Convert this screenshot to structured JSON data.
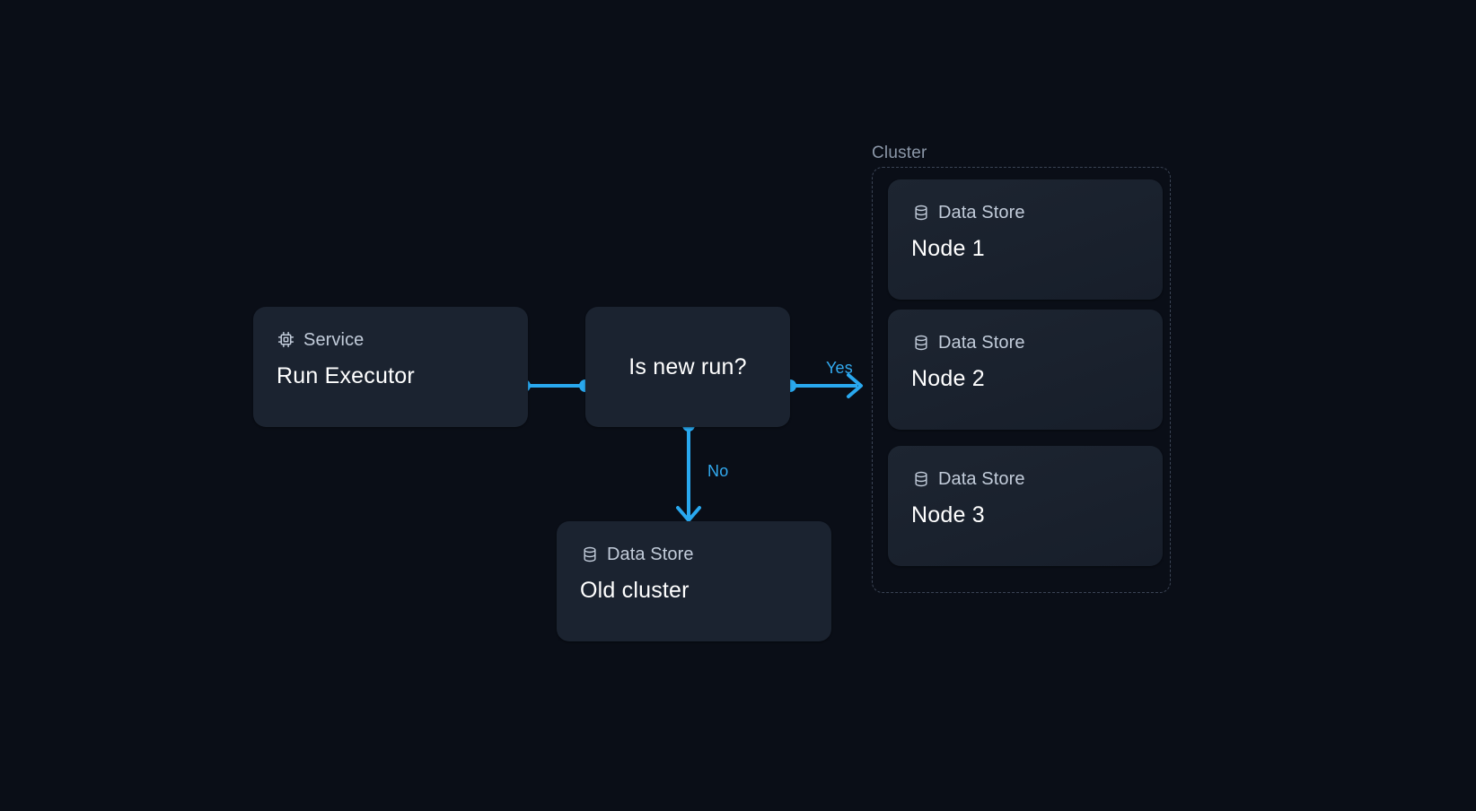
{
  "canvas": {
    "background_color": "#0a0e17",
    "accent_color": "#29a8ef",
    "node_fill": "#1b2330",
    "node_title_color": "#ffffff",
    "node_type_color": "#c2ccda"
  },
  "cluster": {
    "label": "Cluster",
    "border_style": "dashed",
    "border_color": "#3b4455"
  },
  "nodes": [
    {
      "id": "run-executor",
      "type_label": "Service",
      "icon": "cpu-chip-icon",
      "title": "Run Executor"
    },
    {
      "id": "is-new-run",
      "type_label": "",
      "icon": "",
      "title": "Is new run?"
    },
    {
      "id": "node-1",
      "type_label": "Data Store",
      "icon": "database-icon",
      "title": "Node 1"
    },
    {
      "id": "node-2",
      "type_label": "Data Store",
      "icon": "database-icon",
      "title": "Node 2"
    },
    {
      "id": "node-3",
      "type_label": "Data Store",
      "icon": "database-icon",
      "title": "Node 3"
    },
    {
      "id": "old-cluster",
      "type_label": "Data Store",
      "icon": "database-icon",
      "title": "Old cluster"
    }
  ],
  "edges": [
    {
      "id": "executor-to-decision",
      "label": "",
      "color": "#29a8ef"
    },
    {
      "id": "decision-to-cluster",
      "label": "Yes",
      "color": "#29a8ef"
    },
    {
      "id": "decision-to-old-cluster",
      "label": "No",
      "color": "#29a8ef"
    }
  ]
}
